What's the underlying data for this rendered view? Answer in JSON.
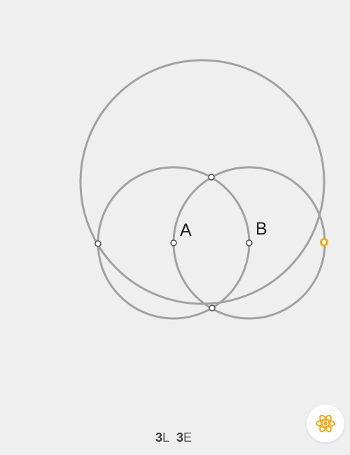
{
  "points": {
    "a_label": "A",
    "b_label": "B"
  },
  "score": {
    "lines_count": "3",
    "lines_unit": "L",
    "euclid_count": "3",
    "euclid_unit": "E"
  },
  "colors": {
    "background": "#efefef",
    "circle_stroke": "#a1a1a1",
    "target_point": "#f4a81a",
    "hint_icon": "#f4a81a"
  },
  "icons": {
    "hint": "atom-icon"
  }
}
